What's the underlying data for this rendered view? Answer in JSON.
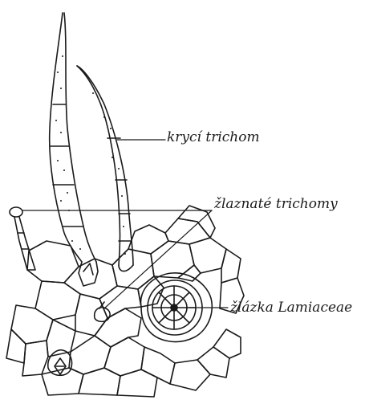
{
  "labels": {
    "covering_trichome": "krycí trichom",
    "glandular_trichomes": "žlaznaté trichomy",
    "lamiaceae_gland": "žlázka Lamiaceae"
  },
  "colors": {
    "ink": "#1a1a1a",
    "background": "#ffffff"
  }
}
